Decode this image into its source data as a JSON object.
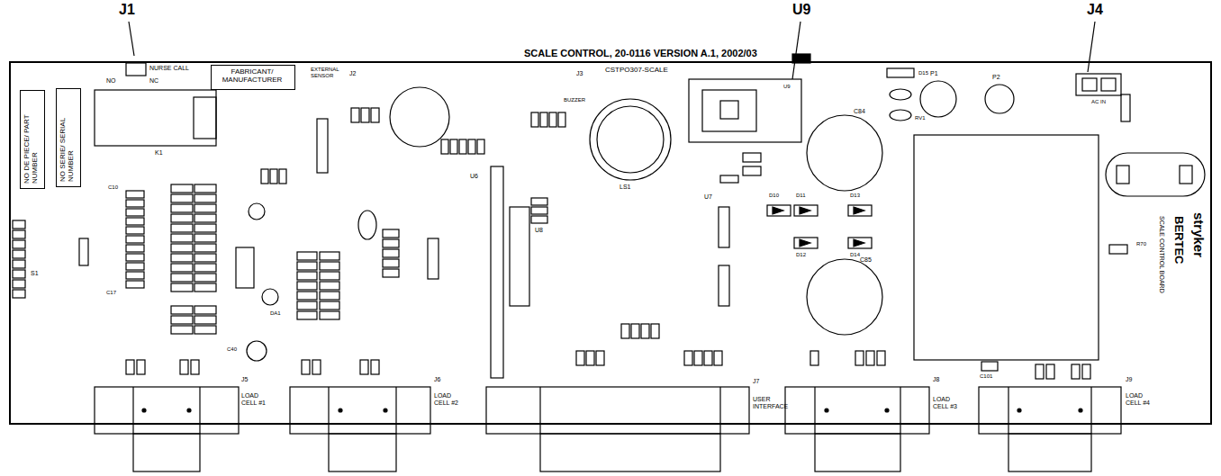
{
  "diagram": {
    "nodes": [
      {
        "text": [
          "SCALE CONTROL, 20-0116 VERSION A.1, 2002/03"
        ]
      },
      {
        "text": [
          "FABRICANT/ MANUFACTURER"
        ],
        "in": 0
      },
      {
        "text": [
          "NO SERIE/ SERIAL NUMBER"
        ],
        "in": 0
      },
      {
        "text": [
          "NO DE PIECE/ PART NUMBER"
        ],
        "in": 0
      }
    ],
    "labels": [
      "J1",
      "U9",
      "J4",
      "CSTPO307-SCALE",
      "NURSE CALL",
      "NO",
      "NC",
      "EXTERNAL SENSOR",
      "BUZZER",
      "LOAD CELL #1",
      "LOAD CELL #2",
      "USER INTERFACE",
      "LOAD CELL #3",
      "LOAD CELL #4",
      "AC IN",
      "stryker",
      "BERTEC",
      "SCALE CONTROL BOARD",
      "K1",
      "LS1",
      "U6",
      "U8",
      "U7",
      "U9",
      "C84",
      "C85",
      "P1",
      "P2",
      "J2",
      "J3",
      "J5",
      "J6",
      "J7",
      "J8",
      "J9",
      "D10",
      "D11",
      "D13",
      "D12",
      "D14",
      "D15",
      "RV1",
      "R70",
      "C101",
      "S1",
      "DA1",
      "C40",
      "C10",
      "C17"
    ]
  }
}
